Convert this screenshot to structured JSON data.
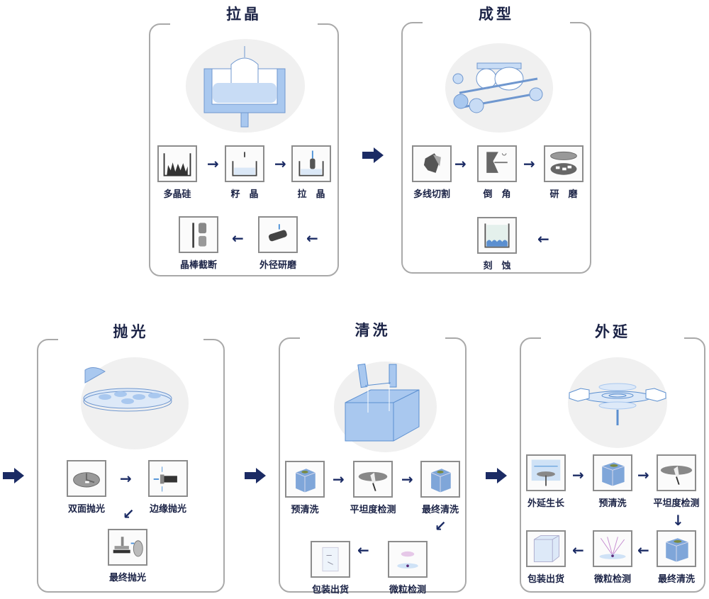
{
  "colors": {
    "accent": "#1b2b64",
    "frame": "#a9a9a9",
    "title": "#1b2346",
    "hero_bg": "#f0f0f0",
    "illustration_blue": "#a9c8ef"
  },
  "stages": [
    {
      "id": "crystal-pulling",
      "title": "拉晶",
      "steps": [
        "多晶硅",
        "籽　晶",
        "拉　晶",
        "外径研磨",
        "晶棒截断"
      ],
      "arrows": [
        "→",
        "→",
        "←",
        "←"
      ]
    },
    {
      "id": "shaping",
      "title": "成型",
      "steps": [
        "多线切割",
        "倒　角",
        "研　磨",
        "刻　蚀"
      ],
      "arrows": [
        "→",
        "→",
        "←"
      ]
    },
    {
      "id": "polishing",
      "title": "抛光",
      "steps": [
        "双面抛光",
        "边缘抛光",
        "最终抛光"
      ],
      "arrows": [
        "→",
        "↙"
      ]
    },
    {
      "id": "cleaning",
      "title": "清洗",
      "steps": [
        "预清洗",
        "平坦度检测",
        "最终清洗",
        "微粒检测",
        "包装出货"
      ],
      "arrows": [
        "→",
        "→",
        "↙",
        "←"
      ]
    },
    {
      "id": "epitaxy",
      "title": "外延",
      "steps": [
        "外延生长",
        "预清洗",
        "平坦度检测",
        "最终清洗",
        "微粒检测",
        "包装出货"
      ],
      "arrows": [
        "→",
        "→",
        "↓",
        "←",
        "←"
      ]
    }
  ],
  "flow_arrows": [
    "stage-connector",
    "stage-connector",
    "stage-connector",
    "stage-connector"
  ]
}
